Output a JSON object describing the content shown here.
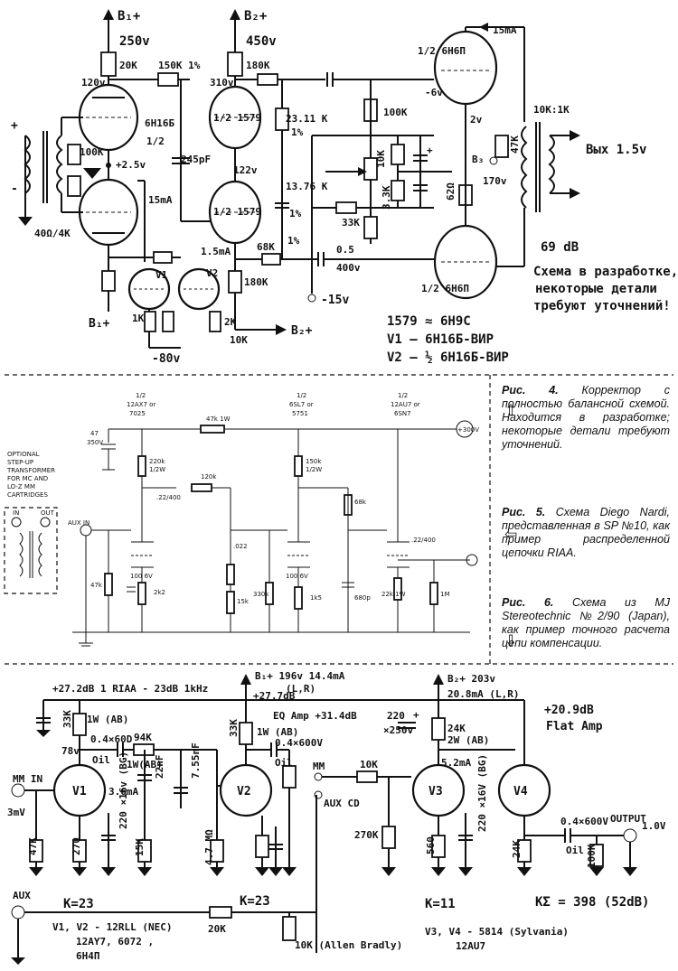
{
  "top_schematic": {
    "labels": {
      "b1_supply": "B₁+",
      "b1_voltage": "250v",
      "b2_supply": "B₂+",
      "b2_voltage": "450v",
      "r_20k": "20K",
      "r_150k": "150K 1%",
      "r_180k_top": "180K",
      "v_120": "120v",
      "v_310": "310v",
      "tube_6n16b": "6H16Б",
      "half": "1/2",
      "tube_1579_a": "1/2 1579",
      "tube_1579_b": "1/2 1579",
      "r_100k_left": "100K",
      "v_2_5": "+2.5v",
      "c_245pf": "245pF",
      "v_122": "122v",
      "i_15ma_left": "15mA",
      "r_23_11k": "23.11 K",
      "pct1_a": "1%",
      "r_13_76k": "13.76 K",
      "pct1_b": "1%",
      "r_100k_mid": "100K",
      "r_10k_mid": "10K",
      "r_3_3k": "3.3K",
      "r_33k": "33K",
      "r_62": "62Ω",
      "r_68k": "68K",
      "pct1_c": "1%",
      "c_0_5": "0.5",
      "c_400v": "400v",
      "r_180k_bot": "180K",
      "minus_15v": "-15v",
      "ratio": "40Ω/4K",
      "i_1_5ma": "1.5mA",
      "v1": "V1",
      "v2": "V2",
      "r_1k": "1K",
      "r_2k": "2K",
      "r_10k_bot": "10K",
      "minus_80v": "-80v",
      "b1_bottom": "B₁+",
      "b2_bottom": "B₂+",
      "tube_6n6p_top": "1/2 6H6П",
      "tube_6n6p_bot": "1/2 6H6П",
      "i_15ma_top": "15mA",
      "minus_6v": "-6v",
      "v_2v": "2v",
      "b3": "B₃",
      "v_170": "170v",
      "r_47k": "47K",
      "transformer": "10K:1K",
      "output": "Вых 1.5v",
      "gain": "69 dB",
      "note1": "Схема в разработке,",
      "note2": "некоторые детали",
      "note3": "требуют уточнений!",
      "legend1": "1579 ≈ 6H9C",
      "legend2": "V1 — 6H16Б-ВИР",
      "legend3": "V2 — ½ 6H16Б-ВИР",
      "plus": "+",
      "minus": "-"
    }
  },
  "middle_schematic": {
    "labels": {
      "tube1": "1/2",
      "tube1_type": "12AX7 or",
      "tube1_alt": "7025",
      "tube2": "1/2",
      "tube2_type": "6SL7 or",
      "tube2_alt": "5751",
      "tube3": "1/2",
      "tube3_type": "12AU7 or",
      "tube3_alt": "6SN7",
      "r_47k_1w": "47k 1W",
      "plus_300v": "+300V",
      "c_47": "47",
      "c_350v": "350V",
      "r_220k": "220k",
      "r_220k_w": "1/2W",
      "r_120k": "120k",
      "c_22_400": ".22/400",
      "r_150k": "150k",
      "r_150k_w": "1/2W",
      "r_68k": "68k",
      "c_022": ".022",
      "r_47k": "47k",
      "r_2k2": "2k2",
      "r_15k": "15k",
      "r_330k": "330k",
      "r_1k5": "1k5",
      "c_680p": "680p",
      "r_22k_1w": "22k 1W",
      "r_1m": "1M",
      "c_22_400_out": ".22/400",
      "c_100_6v": "100 6V",
      "c_100_6v_b": "100 6V",
      "in_label": "AUX IN",
      "opt1": "OPTIONAL",
      "opt2": "STEP-UP",
      "opt3": "TRANSFORMER",
      "opt4": "FOR MC AND",
      "opt5": "LO-Z MM",
      "opt6": "CARTRIDGES",
      "xfmr_in": "IN",
      "xfmr_out": "OUT"
    }
  },
  "captions": [
    {
      "fig": "Рис. 4.",
      "text": "Корректор с полностью балансной схемой. Находится в разработке; некоторые детали требуют уточнений."
    },
    {
      "fig": "Рис. 5.",
      "text": "Схема Diego Nardi, представленная в SP №10, как пример распределенной цепочки RIAA."
    },
    {
      "fig": "Рис. 6.",
      "text": "Схема из MJ Stereotechnic №2/90 (Japan), как пример точного расчета цепи компенсации."
    }
  ],
  "bottom_schematic": {
    "labels": {
      "riaa": "+27.2dB 1  RIAA - 23dB 1kHz",
      "b1": "B₁+ 196v 14.4mA",
      "b1_ch": "(L,R)",
      "b1_db": "+27.7dB",
      "b2": "B₂+ 203v",
      "b2_ma": "20.8mA (L,R)",
      "eq": "EQ Amp +31.4dB",
      "c_220": "220",
      "c_250v": "×250v",
      "flat_db": "+20.9dB",
      "flat": "Flat Amp",
      "r_33k_a": "33K",
      "r_1w_ab_a": "1W (AB)",
      "v_78": "78v",
      "c_0_4_60d": "0.4×60D",
      "oil": "Oil",
      "r_94k": "94K",
      "r_1w_ab_b": "1W(AB)",
      "r_33k_b": "33K",
      "r_1w_ab_c": "1W (AB)",
      "c_0_4_600v": "0.4×600V",
      "oil_b": "Oil",
      "r_24k": "24K",
      "r_2w_ab": "2W (AB)",
      "i_5_2": "5.2mA",
      "mm_in": "MM IN",
      "mv3": "3mV",
      "v1": "V1",
      "v2": "V2",
      "v3": "V3",
      "v4": "V4",
      "i_3_6": "3.6mA",
      "c_22nf": "22nF",
      "c_7_55nf": "7.55nF",
      "r_47k": "47K",
      "r_270": "270",
      "c_220_16v": "220 ×16v (BG)",
      "r_15k": "15K",
      "r_47m": "4.7 MΩ",
      "mm": "MM",
      "r_10k_a": "10K",
      "aux_cd": "AUX CD",
      "r_270k": "270K",
      "r_560": "560",
      "c_220_16v_b": "220 ×16V (BG)",
      "r_24k_b": "24K",
      "c_0_4_600v_b": "0.4×600V",
      "oil_c": "Oil",
      "r_100k": "100K",
      "output": "OUTPUT",
      "v_1_0": "1.0V",
      "aux": "AUX",
      "k23_a": "K=23",
      "k23_b": "K=23",
      "r_20k": "20K",
      "k11": "K=11",
      "ksum": "KΣ = 398 (52dB)",
      "v1v2": "V1, V2 - 12RLL (NEC)",
      "v1v2_alt": "12AY7, 6072 ,",
      "v1v2_alt2": "6H4П",
      "r_10k_ab": "10K (Allen Bradly)",
      "v3v4": "V3, V4 - 5814 (Sylvania)",
      "v3v4_alt": "12AU7",
      "plus": "+"
    }
  }
}
